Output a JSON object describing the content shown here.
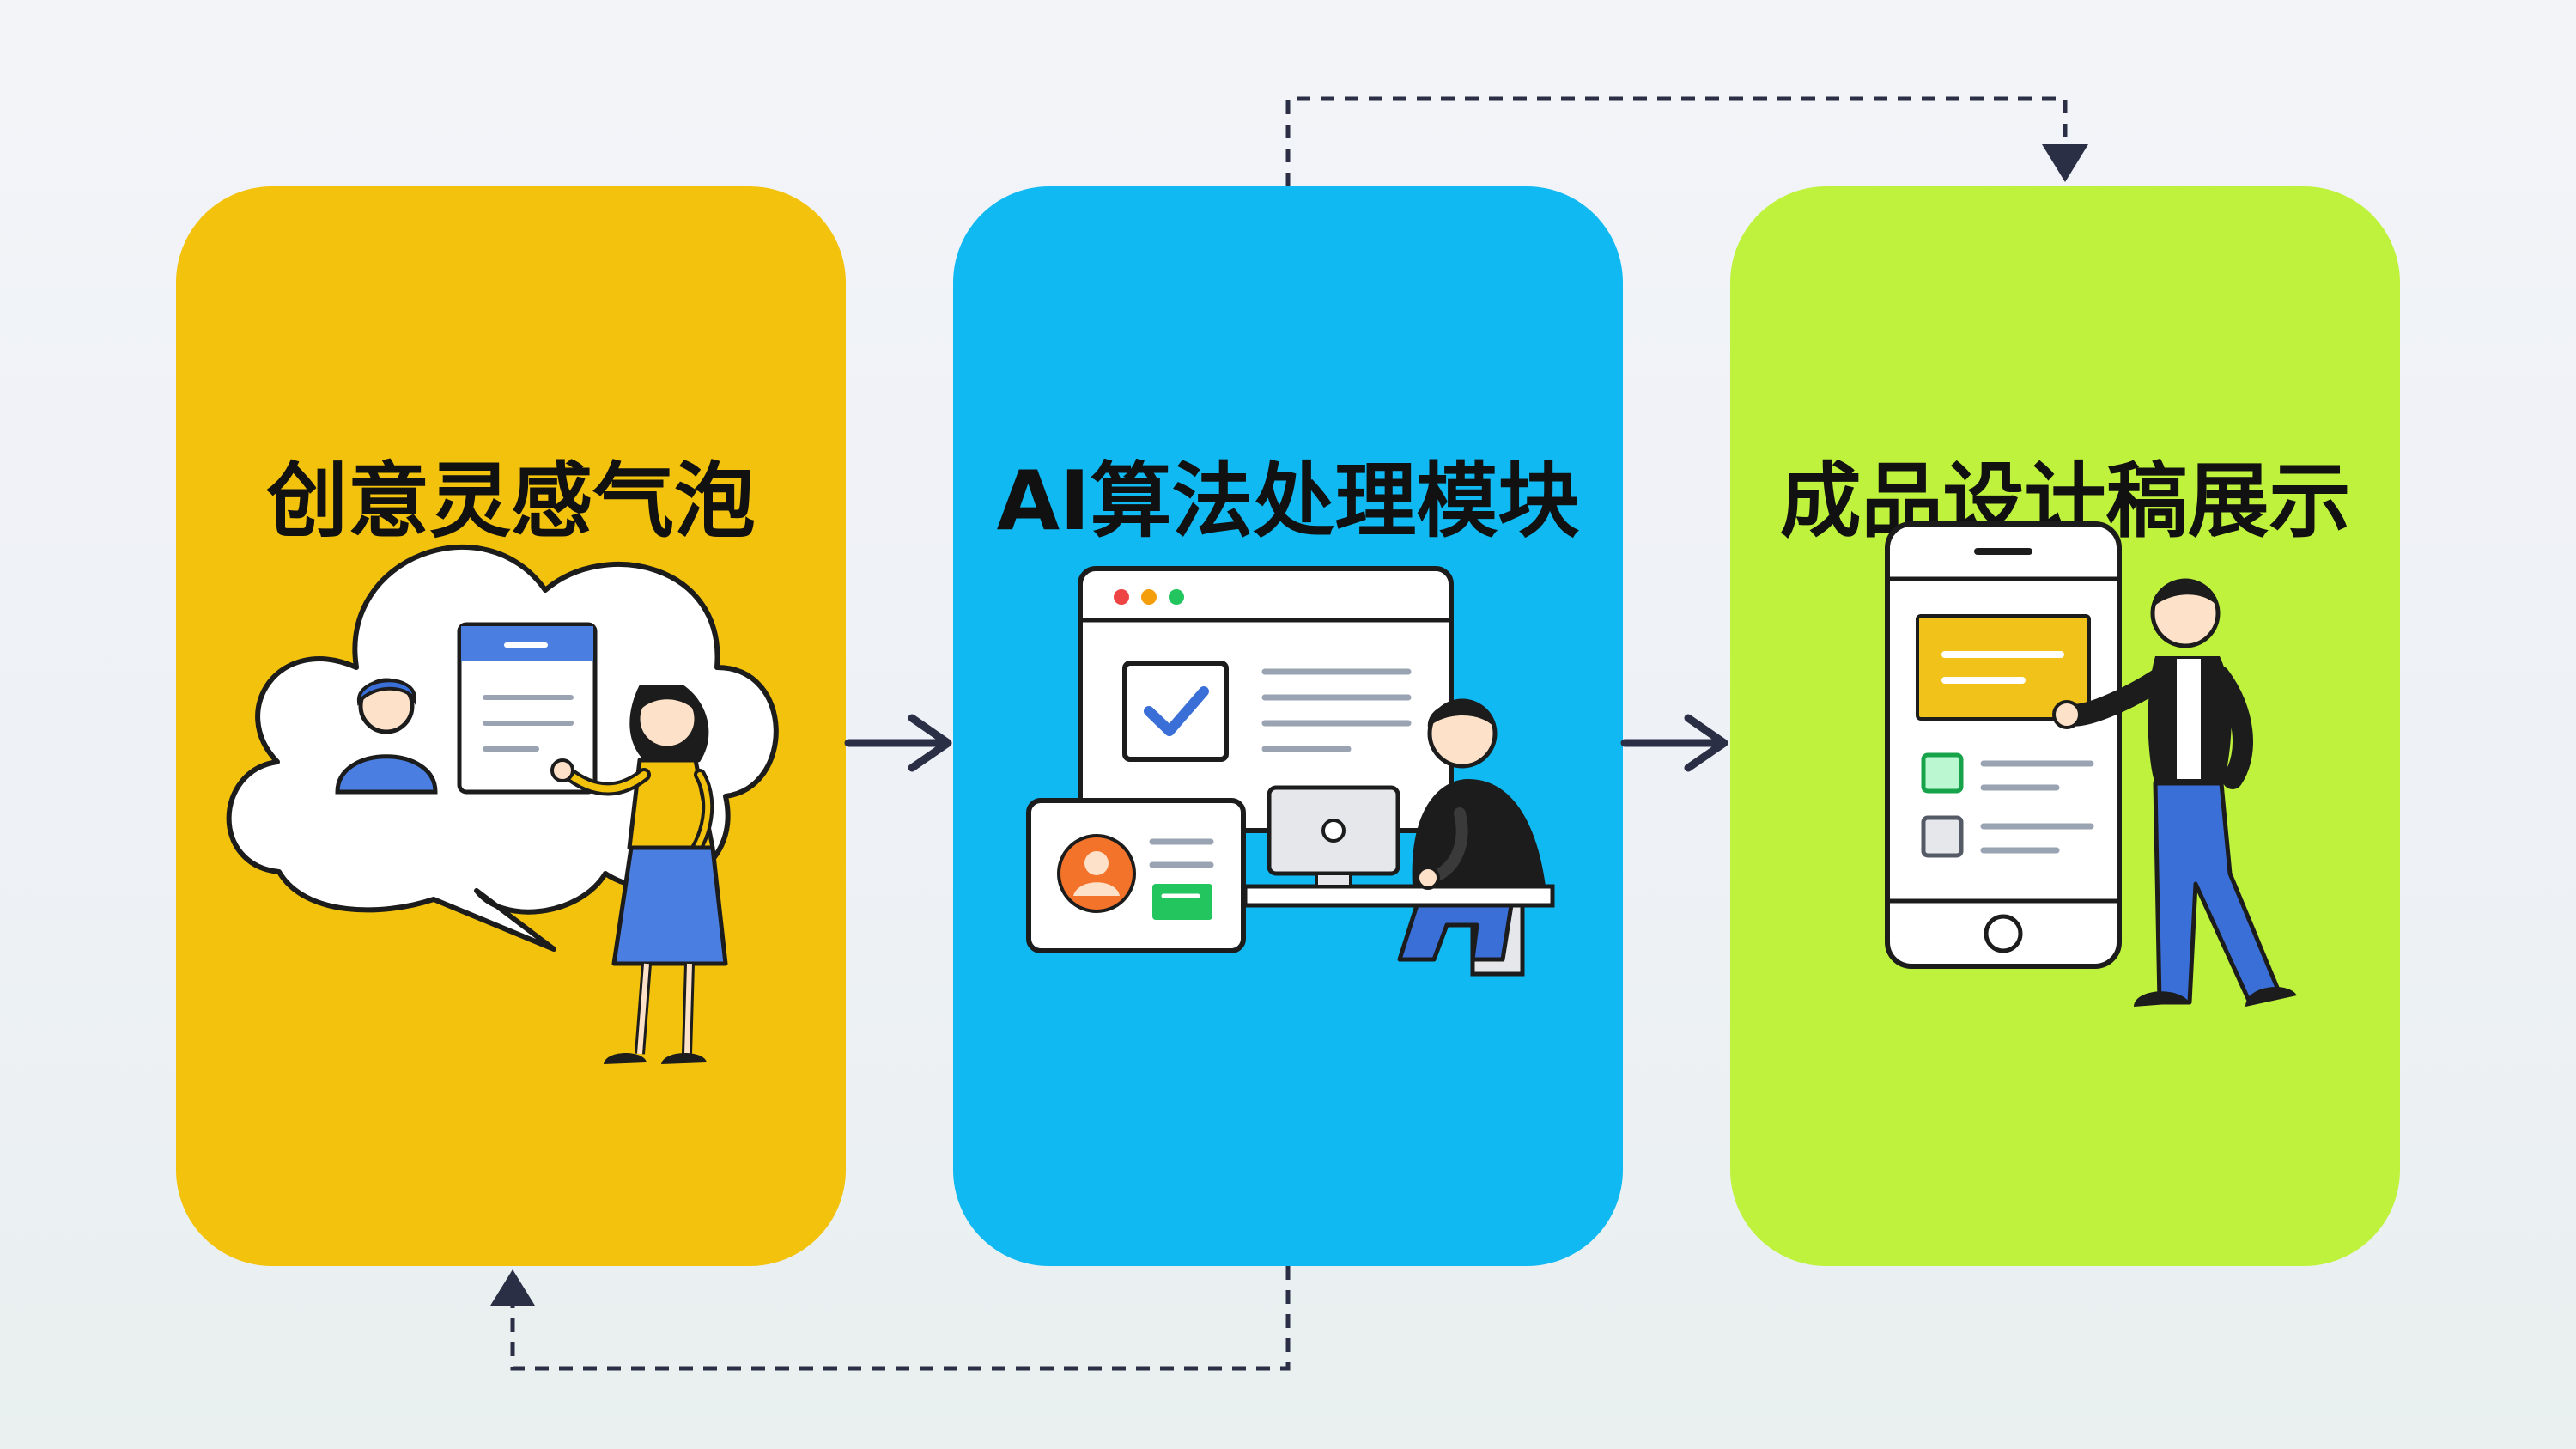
{
  "stages": [
    {
      "id": "ideas",
      "title": "创意灵感气泡",
      "color": "#f3c20c"
    },
    {
      "id": "ai",
      "title": "AI算法处理模块",
      "color": "#10b9f1"
    },
    {
      "id": "result",
      "title": "成品设计稿展示",
      "color": "#bff23c"
    }
  ],
  "colors": {
    "arrow": "#2a2f45",
    "outline": "#1c1c1c",
    "accent_blue": "#4a7ee0",
    "accent_orange": "#f3732b",
    "accent_green": "#22c55e",
    "accent_yellow": "#f0c21a"
  }
}
